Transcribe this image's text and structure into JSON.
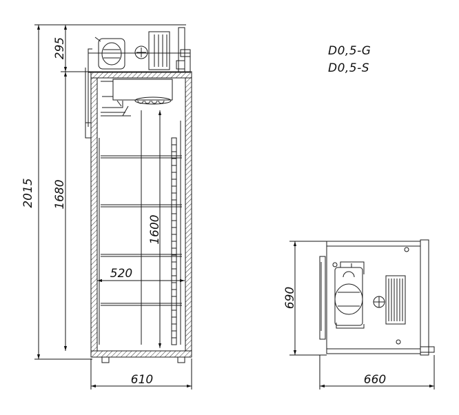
{
  "models": [
    "D0,5-G",
    "D0,5-S"
  ],
  "dimensions": {
    "total_height": "2015",
    "top_unit_height": "295",
    "cabinet_height": "1680",
    "inner_height": "1600",
    "inner_width": "520",
    "front_width": "610",
    "plan_width": "660",
    "plan_depth": "690"
  },
  "colors": {
    "line": "#1a1a1a",
    "hatch": "#333333"
  }
}
